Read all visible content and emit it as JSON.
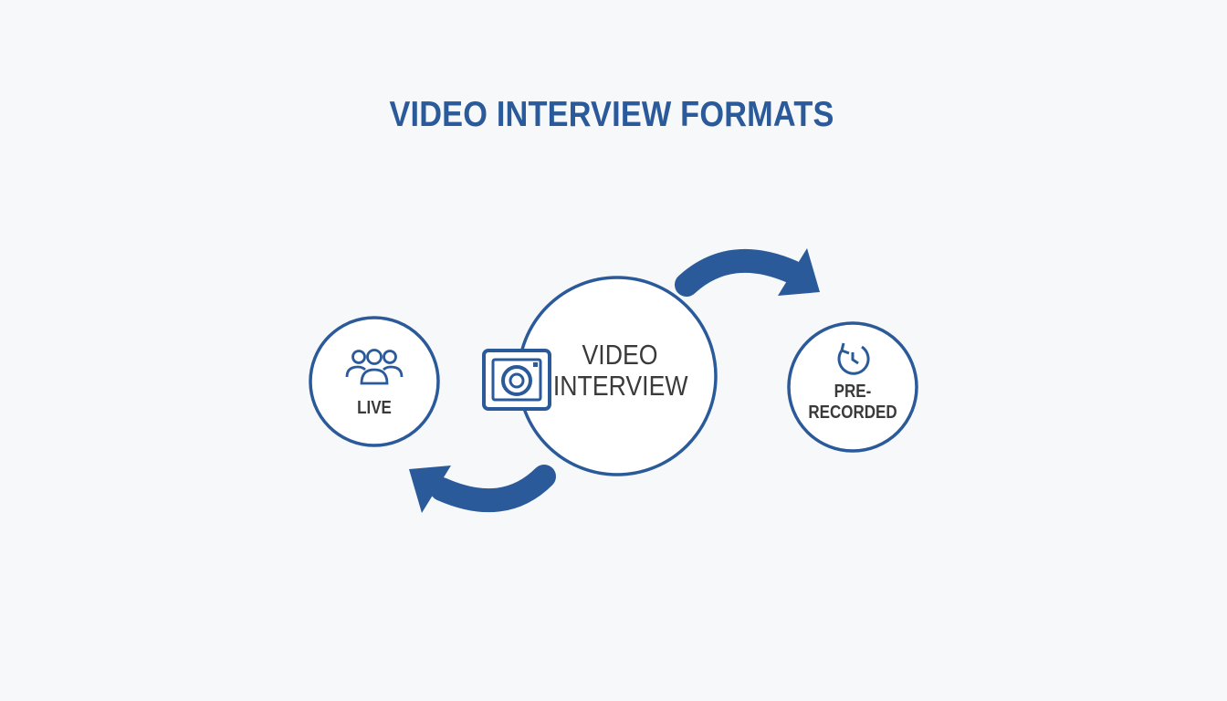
{
  "title": "VIDEO INTERVIEW FORMATS",
  "colors": {
    "accent": "#2a5a9a",
    "text": "#3a3a3a",
    "background": "#f7f8fa"
  },
  "center_node": {
    "line1": "VIDEO",
    "line2": "INTERVIEW",
    "icon": "camera-icon"
  },
  "left_node": {
    "label": "LIVE",
    "icon": "people-group-icon"
  },
  "right_node": {
    "label": "PRE-RECORDED",
    "icon": "clock-refresh-icon"
  },
  "arrows": [
    {
      "direction": "to-right-node",
      "icon": "curved-arrow-icon"
    },
    {
      "direction": "to-left-node",
      "icon": "curved-arrow-icon"
    }
  ]
}
